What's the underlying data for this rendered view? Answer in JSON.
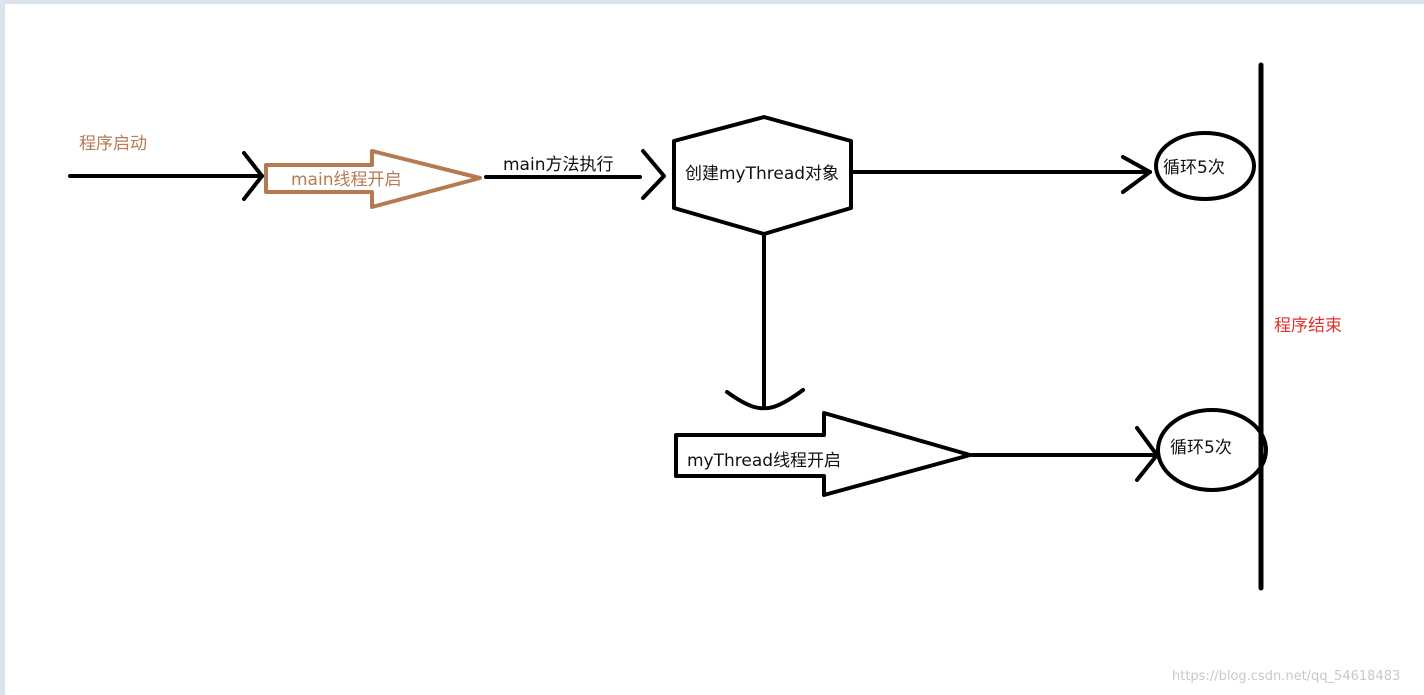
{
  "labels": {
    "program_start": "程序启动",
    "main_thread_open": "main线程开启",
    "main_method_exec": "main方法执行",
    "create_object": "创建myThread对象",
    "loop_main": "循环5次",
    "loop_thread": "循环5次",
    "thread_open": "myThread线程开启",
    "program_end": "程序结束"
  },
  "watermark": "https://blog.csdn.net/qq_54618483",
  "colors": {
    "stroke": "#000000",
    "main_arrow": "#b57a52",
    "start_text": "#b57a52",
    "end_text": "#e0322e",
    "frame": "#dbe3ec"
  }
}
